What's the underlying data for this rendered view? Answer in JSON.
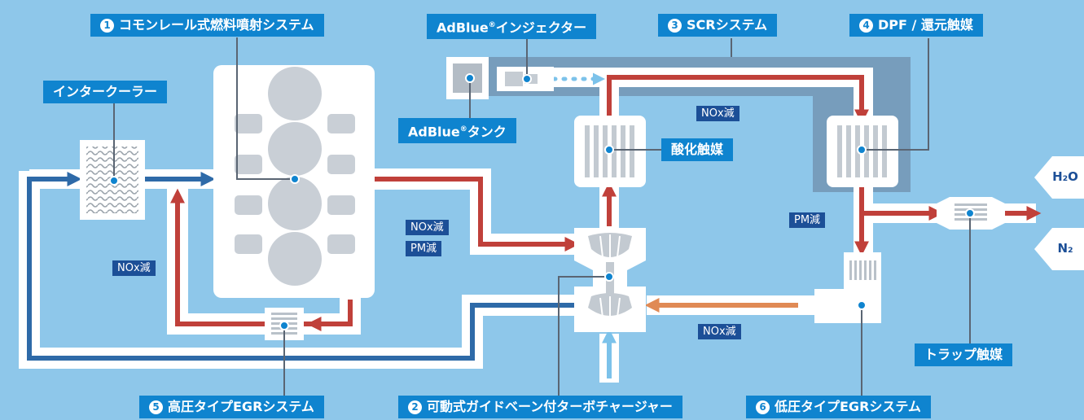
{
  "labels": {
    "common_rail": {
      "num": "1",
      "text": "コモンレール式燃料噴射システム"
    },
    "adblue_injector": {
      "brand": "AdBlue",
      "mark": "®",
      "text": "インジェクター"
    },
    "scr": {
      "num": "3",
      "text": "SCRシステム"
    },
    "dpf": {
      "num": "4",
      "text": "DPF / 還元触媒"
    },
    "intercooler": {
      "text": "インタークーラー"
    },
    "adblue_tank": {
      "brand": "AdBlue",
      "mark": "®",
      "text": "タンク"
    },
    "oxidation_catalyst": {
      "text": "酸化触媒"
    },
    "trap_catalyst": {
      "text": "トラップ触媒"
    },
    "hp_egr": {
      "num": "5",
      "text": "高圧タイプEGRシステム"
    },
    "vgt": {
      "num": "2",
      "text": "可動式ガイドベーン付ターボチャージャー"
    },
    "lp_egr": {
      "num": "6",
      "text": "低圧タイプEGRシステム"
    }
  },
  "tags": {
    "nox_scr": "NOx減",
    "nox_turbo": "NOx減",
    "pm_turbo": "PM減",
    "nox_left": "NOx減",
    "pm_dpf": "PM減",
    "nox_lp": "NOx減"
  },
  "products": {
    "h2o": "H₂O",
    "n2": "N₂"
  },
  "colors": {
    "background": "#8ec7ea",
    "label": "#0f84cf",
    "tag": "#1c4f97",
    "exhaust": "#c0403a",
    "intake": "#2e6aa8",
    "egr_low": "#e08a55",
    "adblue": "#6fb6e3"
  }
}
